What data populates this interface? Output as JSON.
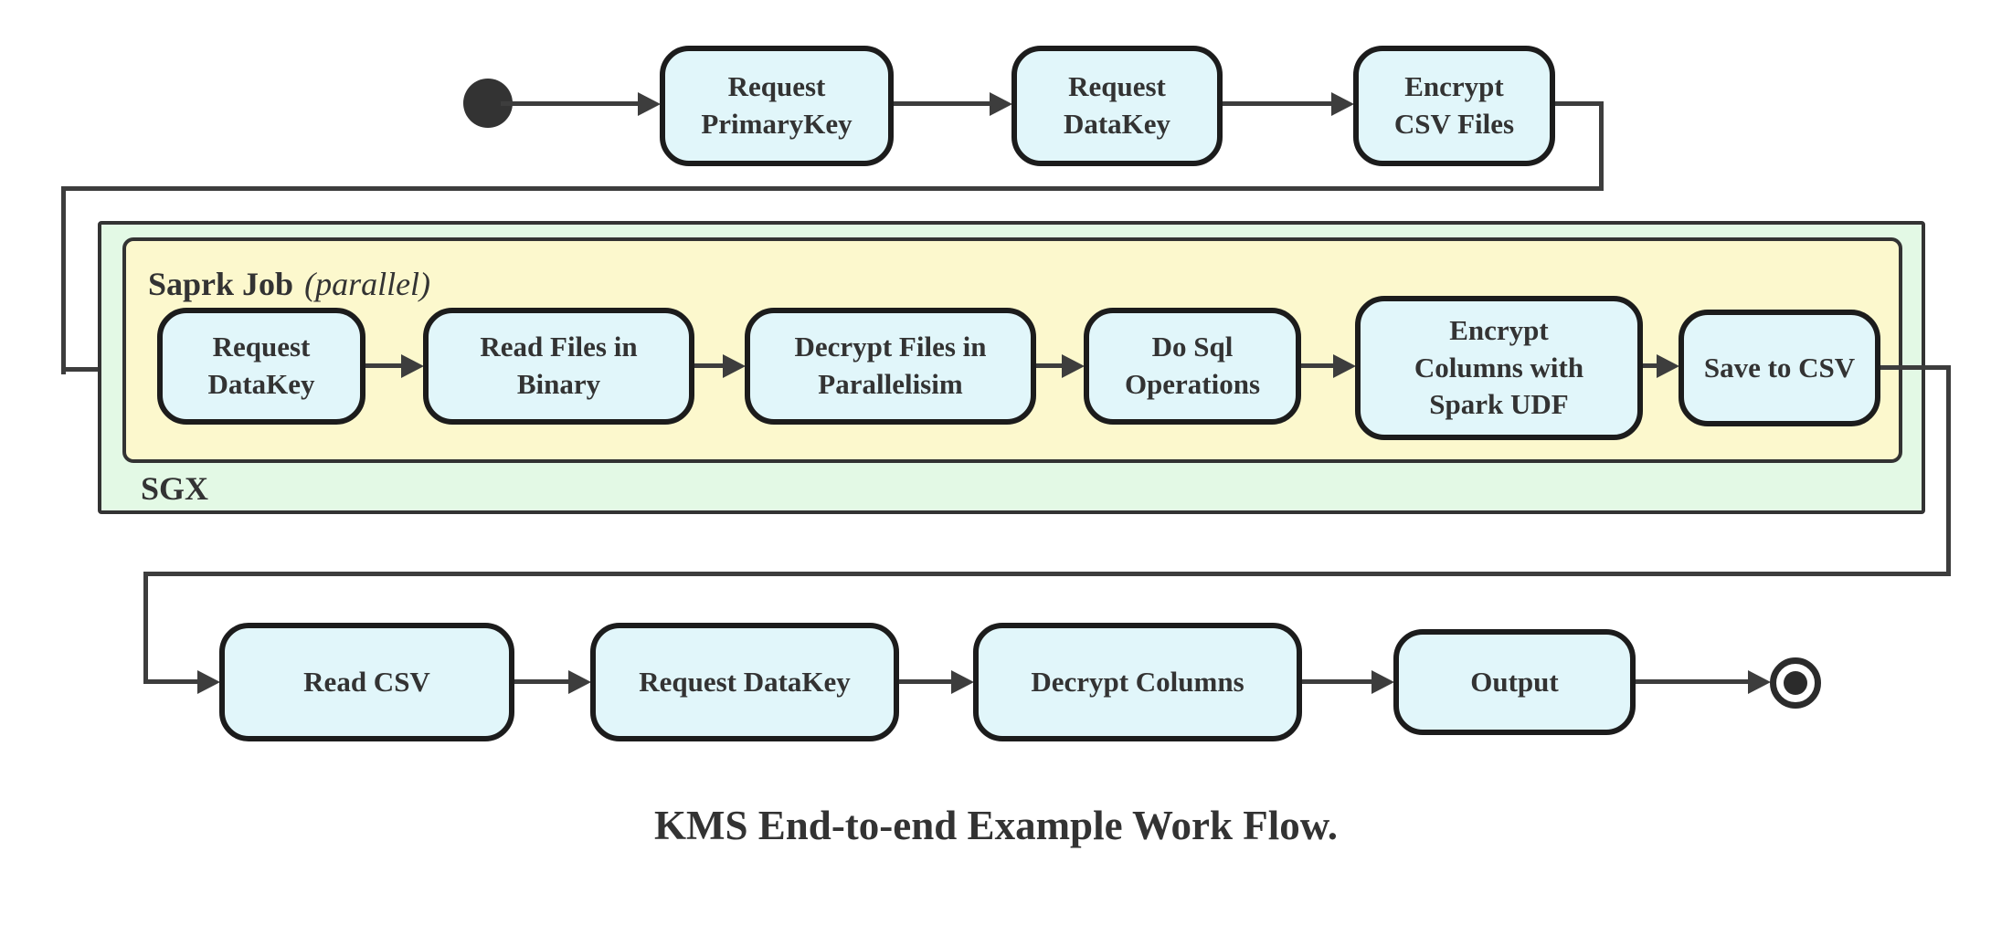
{
  "caption": "KMS End-to-end Example Work Flow.",
  "containers": {
    "sgx": {
      "label": "SGX"
    },
    "spark_job": {
      "label": "Saprk Job",
      "qualifier": "(parallel)"
    }
  },
  "nodes": {
    "top": [
      {
        "label": "Request\nPrimaryKey"
      },
      {
        "label": "Request\nDataKey"
      },
      {
        "label": "Encrypt\nCSV Files"
      }
    ],
    "sgx_row": [
      {
        "label": "Request\nDataKey"
      },
      {
        "label": "Read Files in\nBinary"
      },
      {
        "label": "Decrypt Files in\nParallelisim"
      },
      {
        "label": "Do Sql\nOperations"
      },
      {
        "label": "Encrypt\nColumns with\nSpark UDF"
      },
      {
        "label": "Save to CSV"
      }
    ],
    "bottom": [
      {
        "label": "Read CSV"
      },
      {
        "label": "Request DataKey"
      },
      {
        "label": "Decrypt Columns"
      },
      {
        "label": "Output"
      }
    ]
  },
  "colors": {
    "state_fill": "#e1f6fa",
    "state_border": "#1c1c1c",
    "sgx_fill": "#e3f9e5",
    "spark_fill": "#fcf8cd",
    "container_border": "#333333",
    "line": "#3d3d3d",
    "text": "#333333",
    "start_fill": "#333333",
    "end_color": "#2b2b2b"
  }
}
